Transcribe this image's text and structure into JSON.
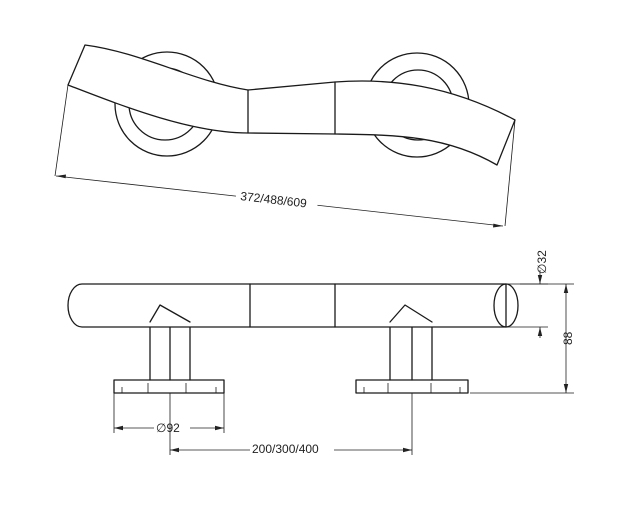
{
  "dimensions": {
    "overall_length": "372/488/609",
    "tube_diameter": "∅32",
    "height": "88",
    "flange_diameter": "∅92",
    "center_distance": "200/300/400"
  }
}
